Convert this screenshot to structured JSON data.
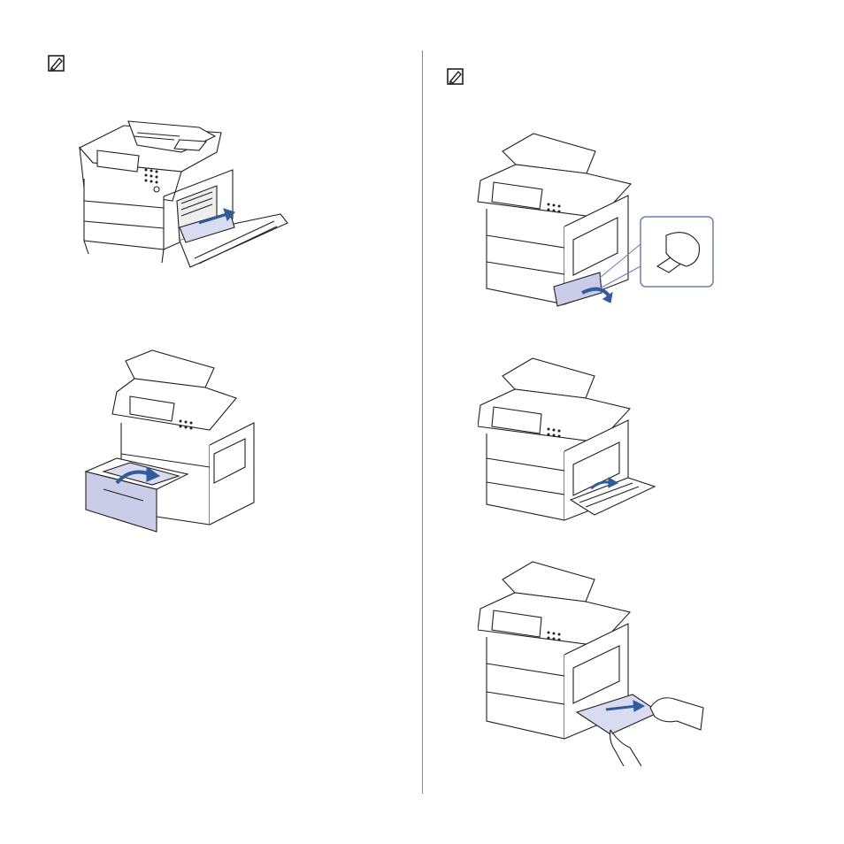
{
  "page": {
    "background": "#ffffff",
    "divider_color": "#8a8a8a"
  },
  "colors": {
    "outline": "#231f20",
    "paper": "#d9dcf0",
    "arrow": "#2f5c9a",
    "highlight_panel": "#c9cde8",
    "callout_border": "#6b7fb5"
  },
  "icons": {
    "note_left": "note-pencil-icon",
    "note_right": "note-pencil-icon"
  },
  "figures": [
    {
      "id": "fig-duplex-door-open",
      "illustration": "printer-side-door-open-paper-jam"
    },
    {
      "id": "fig-tray-pulled-out",
      "illustration": "printer-paper-tray-pulled-out"
    },
    {
      "id": "fig-jam-release-door",
      "illustration": "printer-jam-release-lever-with-callout"
    },
    {
      "id": "fig-bypass-tray-open",
      "illustration": "printer-bypass-tray-open"
    },
    {
      "id": "fig-pull-jammed-paper",
      "illustration": "hands-pulling-jammed-paper"
    }
  ]
}
